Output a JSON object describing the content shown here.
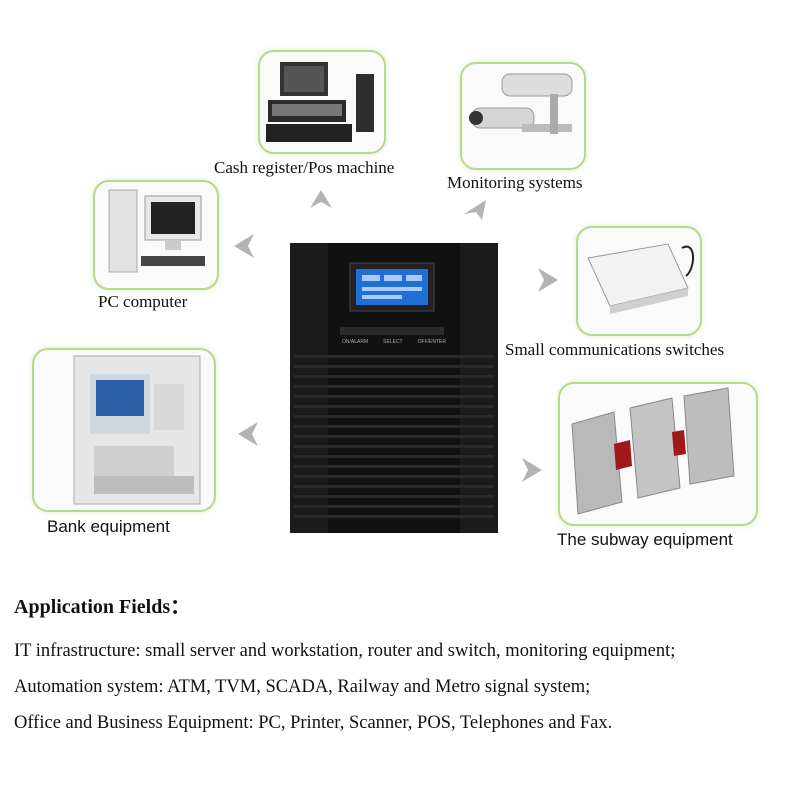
{
  "labels": {
    "cash_register": "Cash register/Pos machine",
    "monitoring": "Monitoring systems",
    "pc": "PC computer",
    "switches": "Small communications switches",
    "bank": "Bank equipment",
    "subway": "The subway equipment"
  },
  "ups_buttons": [
    "ON/ALARM",
    "SELECT",
    "OFF/ENTER"
  ],
  "colors": {
    "card_border": "#b9d98a",
    "arrow": "#b3b3b3",
    "lcd": "#1f6fd6"
  },
  "application": {
    "heading": "Application Fields：",
    "lines": [
      "IT infrastructure: small server and workstation, router and switch, monitoring equipment;",
      "Automation system: ATM, TVM, SCADA, Railway and Metro signal system;",
      "Office and Business Equipment: PC, Printer, Scanner, POS, Telephones and Fax."
    ]
  }
}
